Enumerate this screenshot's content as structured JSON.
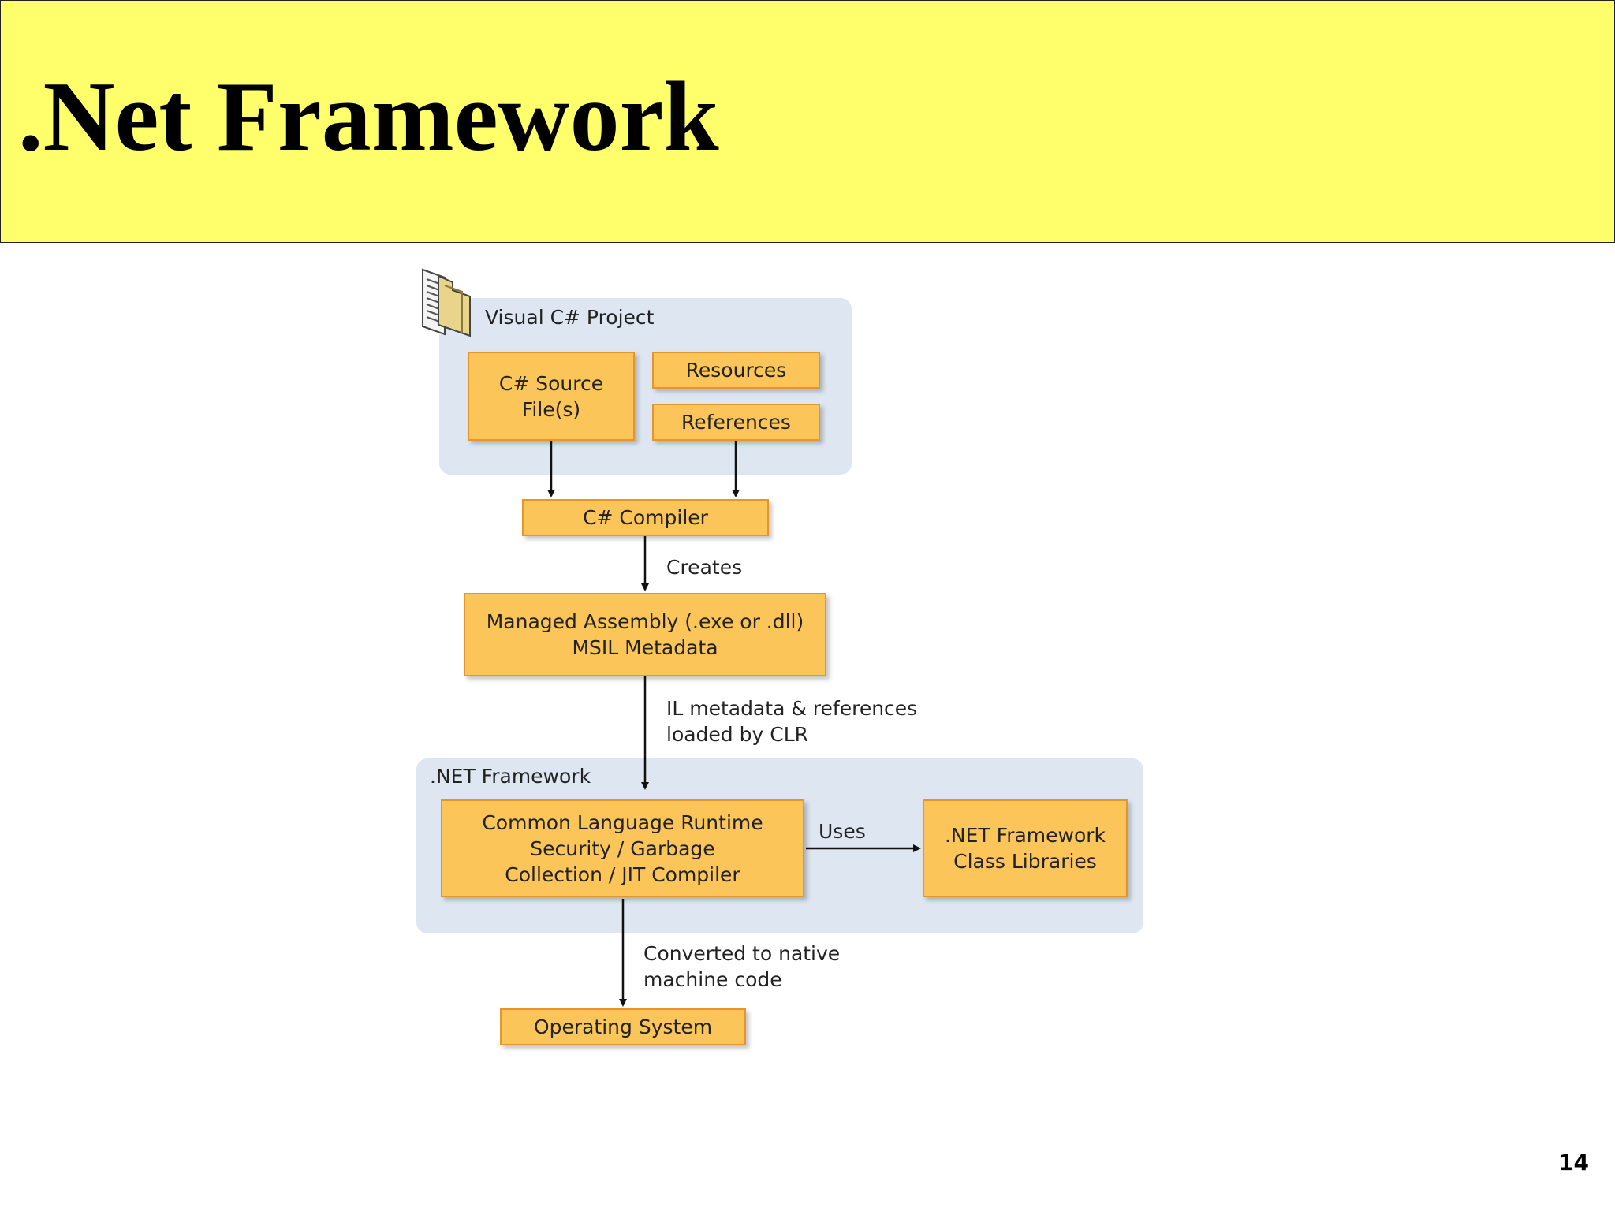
{
  "slide": {
    "title": ".Net Framework",
    "page_number": "14"
  },
  "diagram": {
    "groups": {
      "project": {
        "label": "Visual C# Project",
        "icon": "document-folder-icon"
      },
      "framework": {
        "label": ".NET Framework"
      }
    },
    "nodes": {
      "source_files": "C# Source\nFile(s)",
      "resources": "Resources",
      "references": "References",
      "compiler": "C# Compiler",
      "assembly": "Managed Assembly (.exe or .dll)\nMSIL Metadata",
      "clr": "Common Language Runtime\nSecurity / Garbage\nCollection / JIT Compiler",
      "class_libraries": ".NET Framework\nClass Libraries",
      "operating_system": "Operating System"
    },
    "edge_labels": {
      "creates": "Creates",
      "loaded": "IL metadata & references\nloaded by CLR",
      "uses": "Uses",
      "converted": "Converted to native\nmachine code"
    },
    "colors": {
      "title_background": "#ffff6b",
      "node_fill": "#fbc55a",
      "node_border": "#e8942c",
      "group_fill": "#dde6f1"
    }
  }
}
